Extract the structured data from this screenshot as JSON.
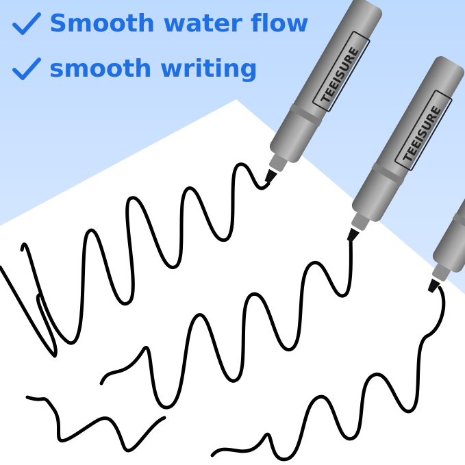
{
  "headline": {
    "features": [
      {
        "text": "Smooth water flow",
        "icon": "check-icon"
      },
      {
        "text": "smooth writing",
        "icon": "check-icon"
      }
    ]
  },
  "product": {
    "brand_mark": "TEEISURE",
    "marker_count": 3,
    "body_color": "#9a9a9a",
    "tip_color": "#111111"
  },
  "colors": {
    "accent": "#1f6fe3",
    "background": "#c9e0ff",
    "paper": "#ffffff",
    "ink": "#000000"
  }
}
